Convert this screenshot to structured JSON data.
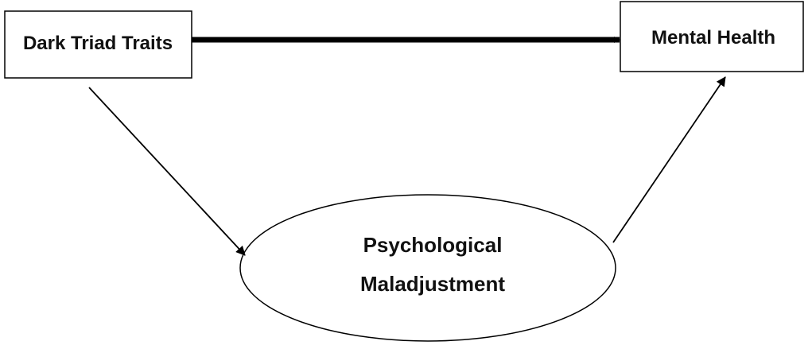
{
  "diagram": {
    "nodes": {
      "dark_triad": {
        "label": "Dark Triad Traits"
      },
      "mental_health": {
        "label": "Mental Health"
      },
      "maladjustment": {
        "line1": "Psychological",
        "line2": "Maladjustment"
      }
    },
    "edges": [
      {
        "from": "Dark Triad Traits",
        "to": "Mental Health",
        "style": "thick"
      },
      {
        "from": "Dark Triad Traits",
        "to": "Psychological Maladjustment",
        "style": "thin"
      },
      {
        "from": "Psychological Maladjustment",
        "to": "Mental Health",
        "style": "thin"
      }
    ],
    "colors": {
      "stroke": "#000000",
      "text": "#111111",
      "background": "#ffffff"
    }
  }
}
